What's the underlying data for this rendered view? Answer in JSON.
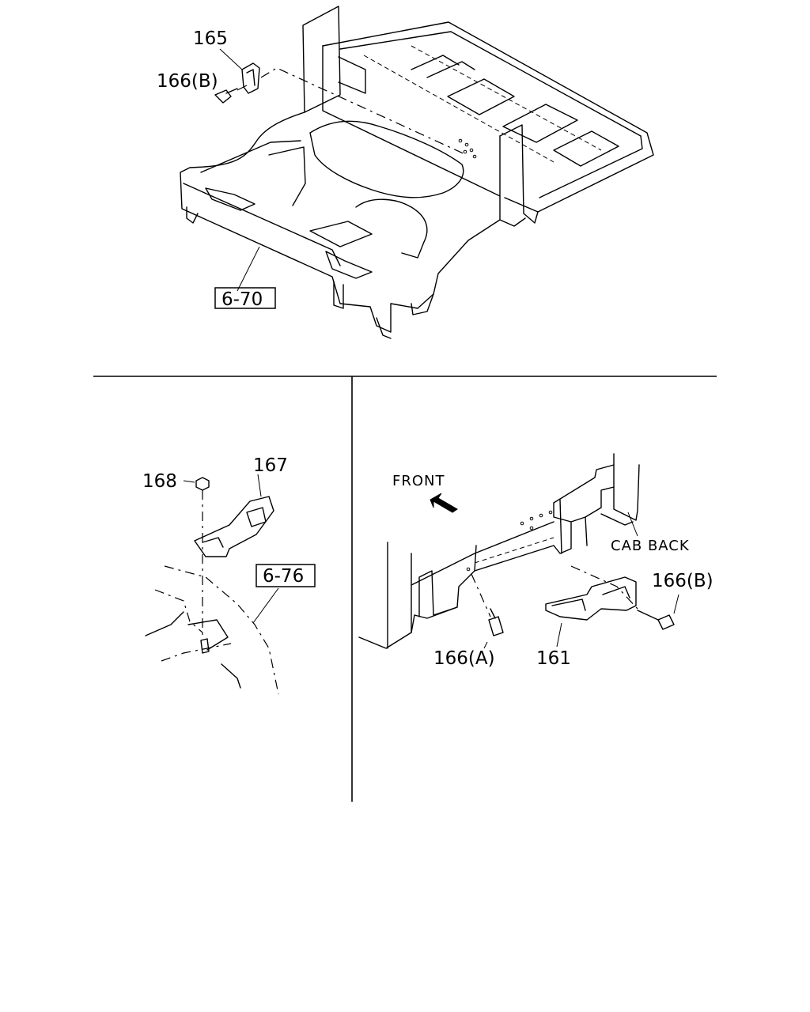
{
  "labels": {
    "p165": "165",
    "p166b_top": "166(B)",
    "ref_670": "6-70",
    "p168": "168",
    "p167": "167",
    "ref_676": "6-76",
    "front": "FRONT",
    "cab_back": "CAB BACK",
    "p166b_right": "166(B)",
    "p166a": "166(A)",
    "p161": "161"
  }
}
